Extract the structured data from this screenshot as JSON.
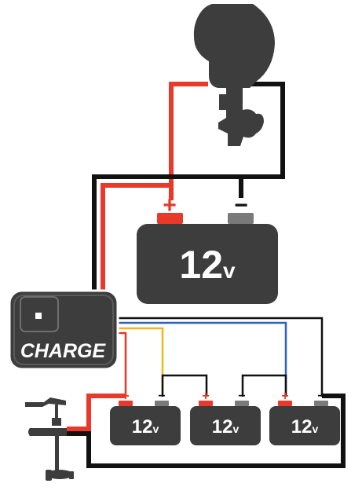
{
  "colors": {
    "positive_wire": "#e8392b",
    "negative_wire": "#111111",
    "battery_body": "#3d3d3d",
    "positive_terminal": "#e8392b",
    "negative_terminal": "#7a7a7a",
    "charger_body": "#3d3d3d",
    "blue_wire": "#2f62b8",
    "yellow_wire": "#f2b51d",
    "silhouette": "#3d3d3d"
  },
  "main_battery": {
    "voltage": "12",
    "unit": "v",
    "positive_sign": "+",
    "negative_sign": "−"
  },
  "charger": {
    "label": "CHARGE"
  },
  "trolling_batteries": [
    {
      "voltage": "12",
      "unit": "v",
      "positive_sign": "+",
      "negative_sign": "−"
    },
    {
      "voltage": "12",
      "unit": "v",
      "positive_sign": "+",
      "negative_sign": "−"
    },
    {
      "voltage": "12",
      "unit": "v",
      "positive_sign": "+",
      "negative_sign": "−"
    }
  ],
  "icons": {
    "outboard_motor": "outboard-motor-icon",
    "trolling_motor": "trolling-motor-icon",
    "charger_led": "charger-led-icon"
  }
}
